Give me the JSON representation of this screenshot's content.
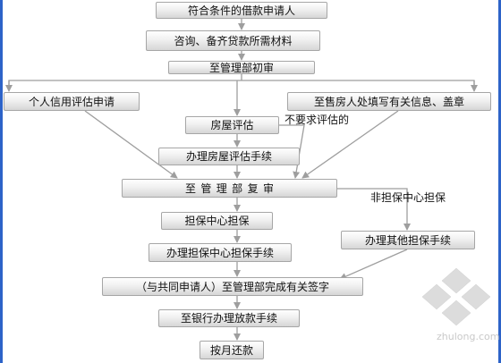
{
  "nodes": {
    "qualified_applicant": "符合条件的借款申请人",
    "consult_prepare": "咨询、备齐贷款所需材料",
    "initial_review": "至管理部初审",
    "credit_eval": "个人信用评估申请",
    "house_eval": "房屋评估",
    "seller_info": "至售房人处填写有关信息、盖章",
    "house_eval_procedures": "办理房屋评估手续",
    "re_review": "至管理部复审",
    "guarantee_center": "担保中心担保",
    "guarantee_procedures": "办理担保中心担保手续",
    "other_guarantee": "办理其他担保手续",
    "signing": "（与共同申请人）至管理部完成有关签字",
    "bank_procedures": "至银行办理放款手续",
    "monthly_repay": "按月还款"
  },
  "notes": {
    "no_eval_required": "不要求评估的",
    "non_guarantee_center": "非担保中心担保"
  },
  "watermark": "zhulong.com",
  "colors": {
    "arrow": "#9e9e9e",
    "edge": "#2d63c8"
  }
}
